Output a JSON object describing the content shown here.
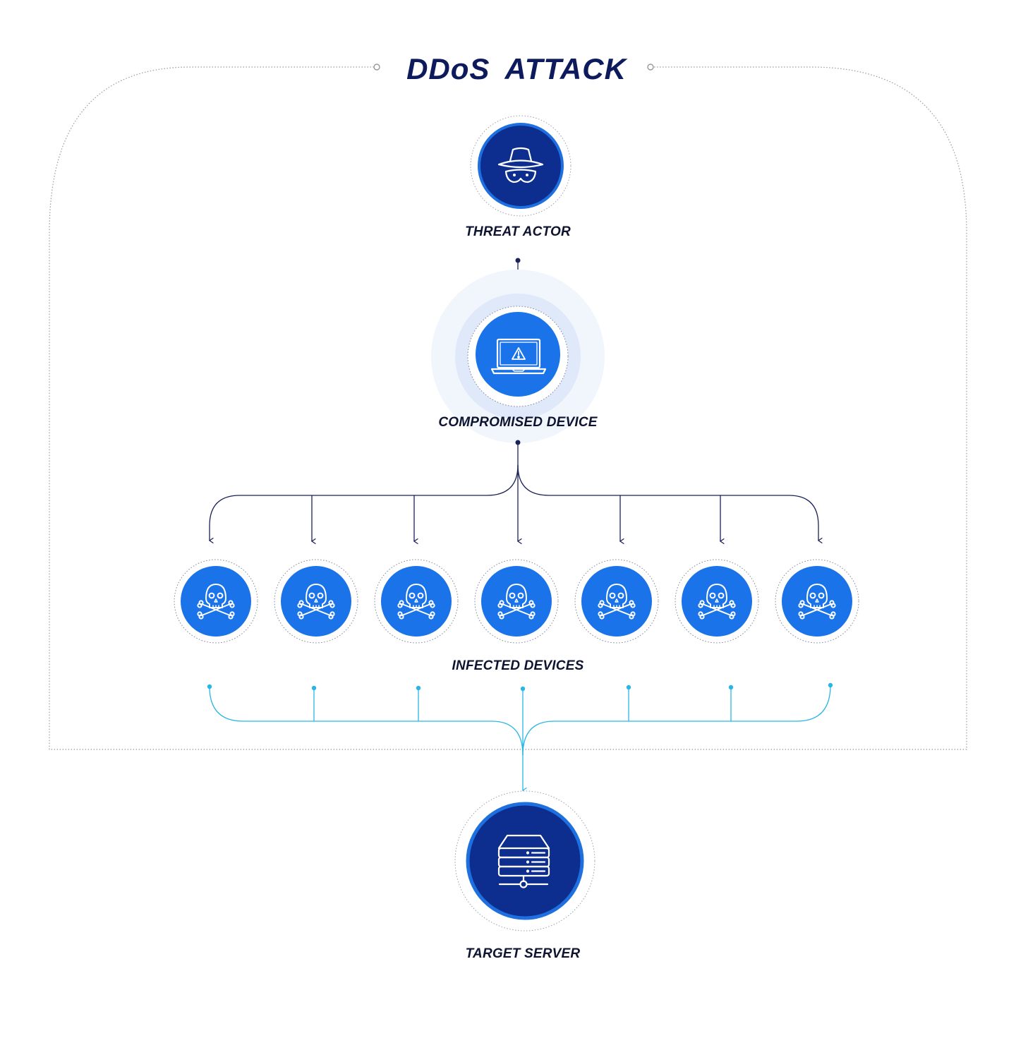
{
  "title": "DDoS  ATTACK",
  "nodes": {
    "threat_actor": {
      "label": "THREAT ACTOR",
      "icon": "spy-icon"
    },
    "compromised_device": {
      "label": "COMPROMISED DEVICE",
      "icon": "laptop-warning-icon"
    },
    "infected_devices": {
      "label": "INFECTED DEVICES",
      "icon": "skull-crossbones-icon",
      "count": 7
    },
    "target_server": {
      "label": "TARGET SERVER",
      "icon": "server-icon"
    }
  },
  "colors": {
    "navy": "#0d2e8f",
    "blue": "#1a73e8",
    "dark_line": "#1b2257",
    "cyan_line": "#29b6e6",
    "halo": "#e8f0fc",
    "frame": "#9a9a9a"
  }
}
